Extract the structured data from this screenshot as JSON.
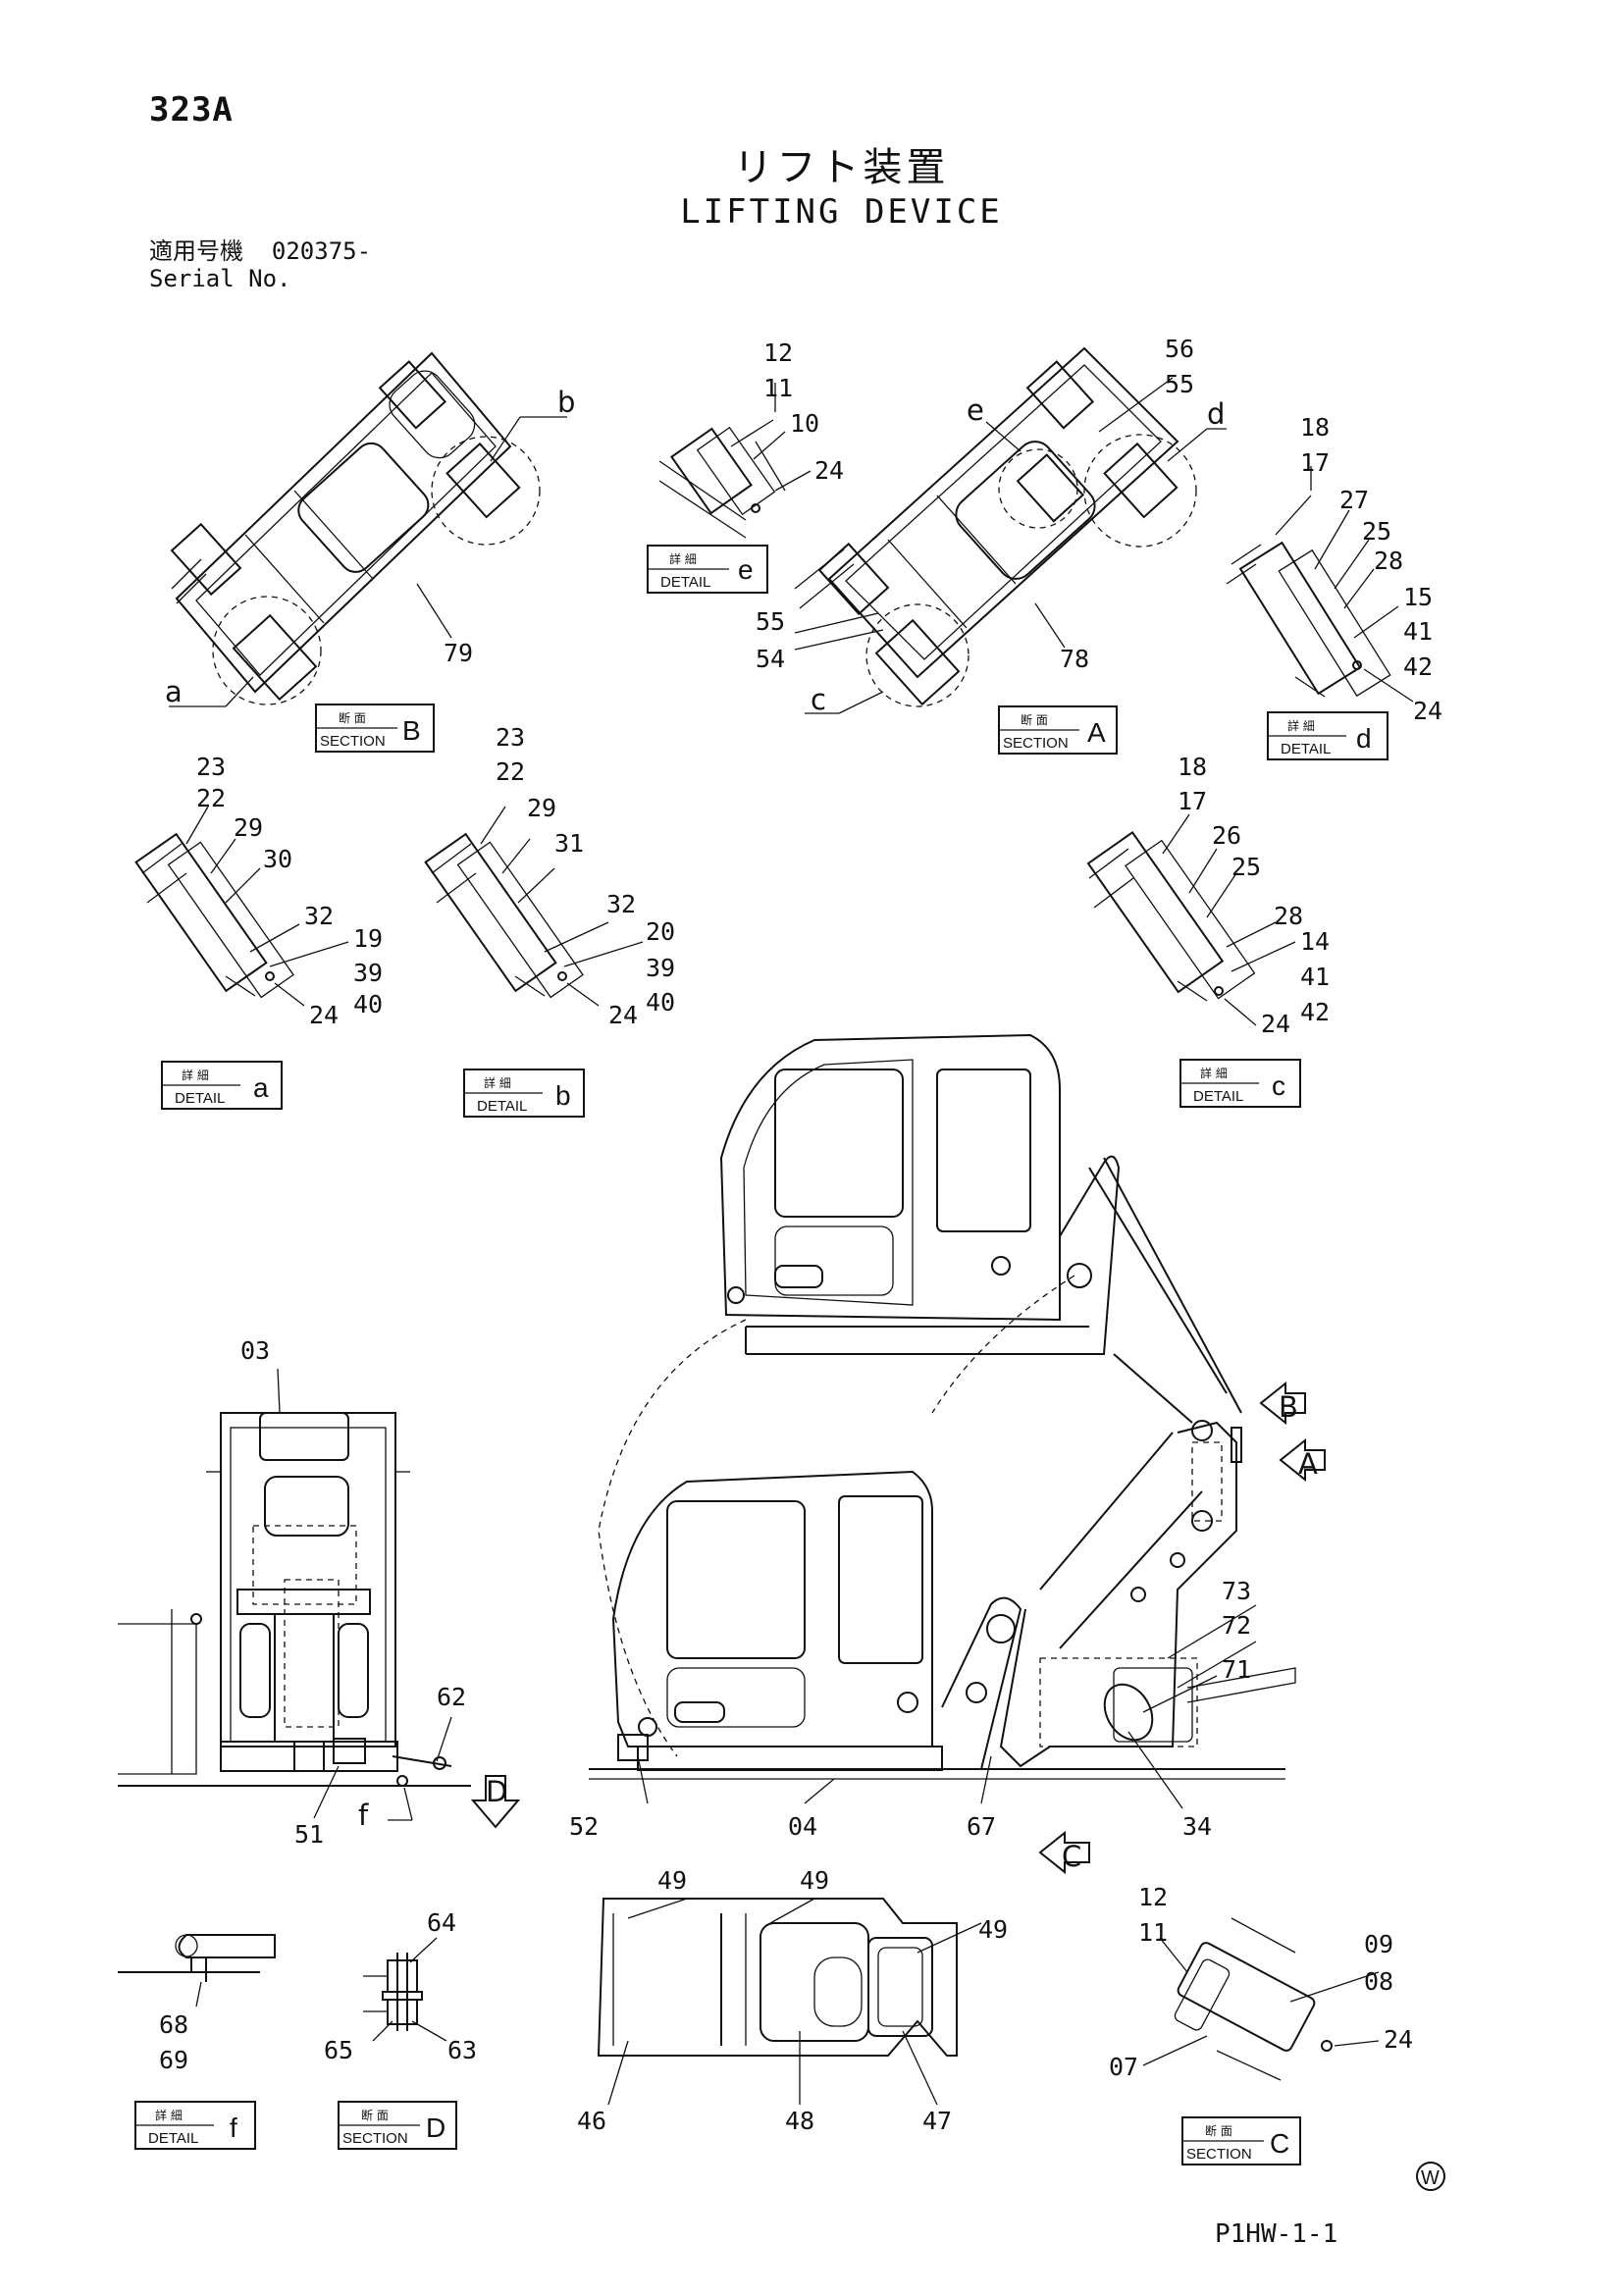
{
  "header": {
    "page_number": "323A",
    "title_jp": "リフト装置",
    "title_en": "LIFTING DEVICE",
    "serial_label_jp": "適用号機",
    "serial_value": "020375-",
    "serial_label_en": "Serial No."
  },
  "footer": {
    "code": "P1HW-1-1",
    "mark": "W"
  },
  "view_boxes": {
    "section_b": {
      "jp": "断 面",
      "en": "SECTION",
      "letter": "B"
    },
    "section_a": {
      "jp": "断 面",
      "en": "SECTION",
      "letter": "A"
    },
    "detail_e": {
      "jp": "詳 細",
      "en": "DETAIL",
      "letter": "e"
    },
    "detail_d": {
      "jp": "詳 細",
      "en": "DETAIL",
      "letter": "d"
    },
    "detail_a": {
      "jp": "詳 細",
      "en": "DETAIL",
      "letter": "a"
    },
    "detail_b": {
      "jp": "詳 細",
      "en": "DETAIL",
      "letter": "b"
    },
    "detail_c": {
      "jp": "詳 細",
      "en": "DETAIL",
      "letter": "c"
    },
    "detail_f": {
      "jp": "詳 細",
      "en": "DETAIL",
      "letter": "f"
    },
    "section_d": {
      "jp": "断 面",
      "en": "SECTION",
      "letter": "D"
    },
    "section_c": {
      "jp": "断 面",
      "en": "SECTION",
      "letter": "C"
    }
  },
  "view_arrows": [
    "B",
    "A",
    "C",
    "D"
  ],
  "detail_letters": [
    "a",
    "b",
    "c",
    "d",
    "e",
    "f"
  ],
  "part_labels": {
    "sec_b": [
      "79"
    ],
    "det_e": [
      "12",
      "11",
      "10",
      "24"
    ],
    "sec_a": [
      "56",
      "55",
      "55",
      "54",
      "78"
    ],
    "det_d": [
      "18",
      "17",
      "27",
      "25",
      "28",
      "15",
      "41",
      "42",
      "24"
    ],
    "det_a": [
      "23",
      "22",
      "29",
      "30",
      "32",
      "19",
      "39",
      "40",
      "24"
    ],
    "det_b": [
      "23",
      "22",
      "29",
      "31",
      "32",
      "20",
      "39",
      "40",
      "24"
    ],
    "det_c": [
      "18",
      "17",
      "26",
      "25",
      "28",
      "14",
      "41",
      "42",
      "24"
    ],
    "rear_view": [
      "03",
      "62",
      "51"
    ],
    "side_view": [
      "73",
      "72",
      "71",
      "34",
      "52",
      "04",
      "67"
    ],
    "det_f": [
      "68",
      "69"
    ],
    "sec_d": [
      "64",
      "65",
      "63"
    ],
    "floor_plan": [
      "49",
      "49",
      "49",
      "46",
      "48",
      "47"
    ],
    "sec_c": [
      "12",
      "11",
      "09",
      "08",
      "24",
      "07"
    ]
  }
}
